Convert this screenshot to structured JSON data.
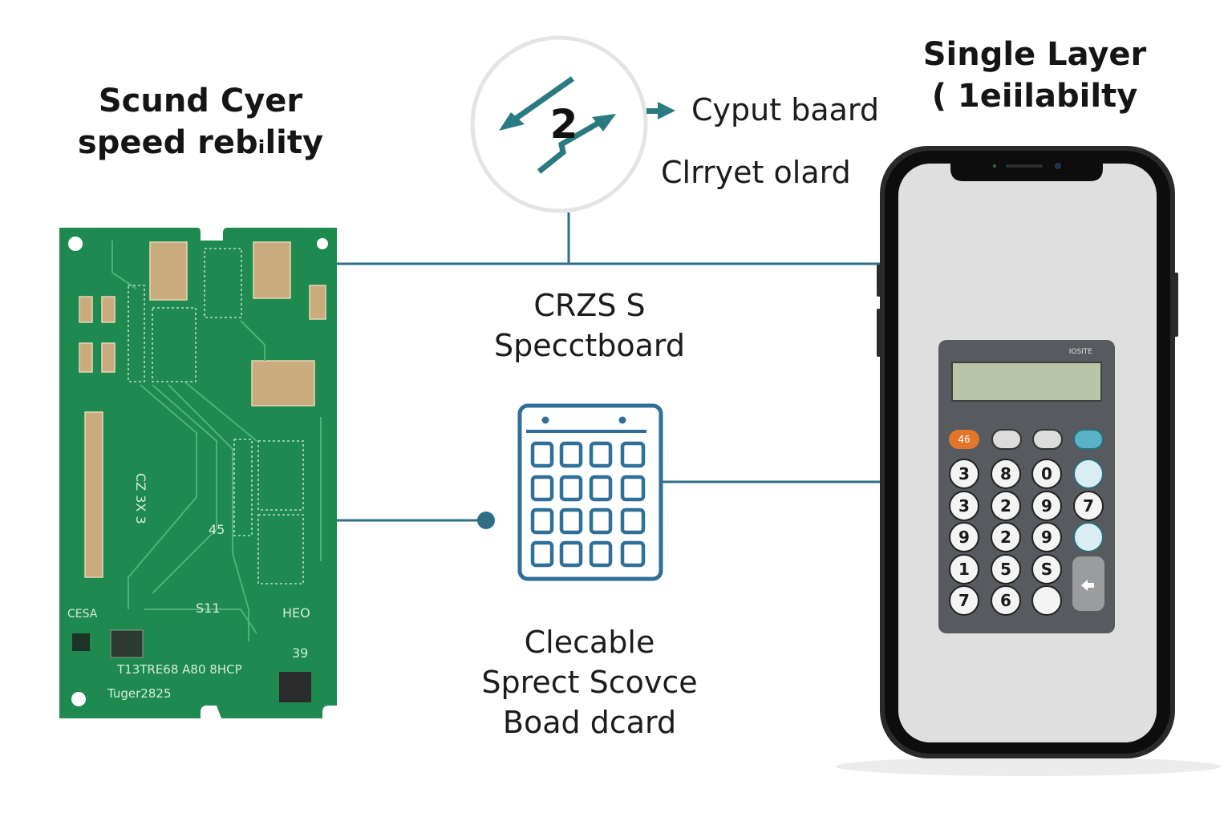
{
  "left_heading": {
    "line1": "Scund Cyer",
    "line2": "speed rebᵢlity"
  },
  "right_heading": {
    "line1": "Single Layer",
    "line2": "( 1eiilabilty"
  },
  "top_icon": {
    "icon": "swap-arrows-icon",
    "number": "2"
  },
  "top_labels": {
    "output": "Cyput baard",
    "second": "Clrryet olard"
  },
  "middle_label": {
    "line1": "CRZS S",
    "line2": "Specctboard"
  },
  "bottom_label": {
    "line1": "Clecable",
    "line2": "Sprect Scovce",
    "line3": "Boad dcard"
  },
  "keypad_icon": {
    "icon": "keypad-grid-icon"
  },
  "pcb": {
    "silk": [
      "CZ 3X 3",
      "S11",
      "HEO",
      "45",
      "39"
    ],
    "silk_lines": [
      "T13TRE68 A80 8HCP",
      "Tuger2825",
      "CESA"
    ]
  },
  "phone": {
    "calculator": {
      "brand": "IOSITE",
      "display_value": "",
      "top_keys": [
        "46",
        "",
        "",
        ""
      ],
      "rows": [
        [
          "3",
          "8",
          "0",
          ""
        ],
        [
          "3",
          "2",
          "9",
          "7"
        ],
        [
          "9",
          "2",
          "9",
          ""
        ],
        [
          "1",
          "5",
          "S"
        ],
        [
          "7",
          "6",
          ""
        ]
      ]
    }
  },
  "colors": {
    "connector": "#2f6f86",
    "pcb_green": "#1e8a4f",
    "pad_gold": "#c9ab7e",
    "teal_arrow": "#2a7a82",
    "keypad_blue": "#2f6f98",
    "calc_body": "#575a5f",
    "calc_orange": "#e2772b",
    "calc_teal": "#58b3c6"
  }
}
